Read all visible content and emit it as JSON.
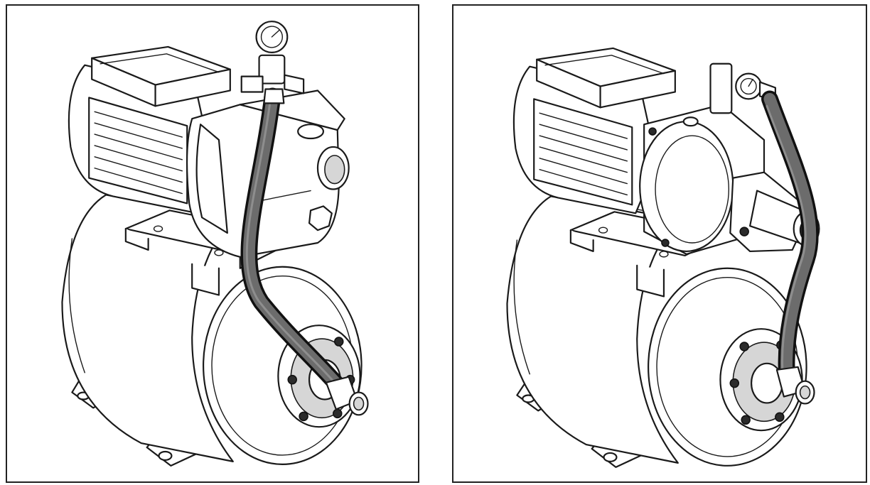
{
  "figure": {
    "panels": [
      {
        "id": "left",
        "subject": "pump-with-hose-from-top-outlet"
      },
      {
        "id": "right",
        "subject": "pump-with-hose-from-side-outlet"
      }
    ]
  },
  "colors": {
    "outline": "#1a1a1a",
    "hose": "#6c6c6c",
    "background": "#ffffff"
  }
}
